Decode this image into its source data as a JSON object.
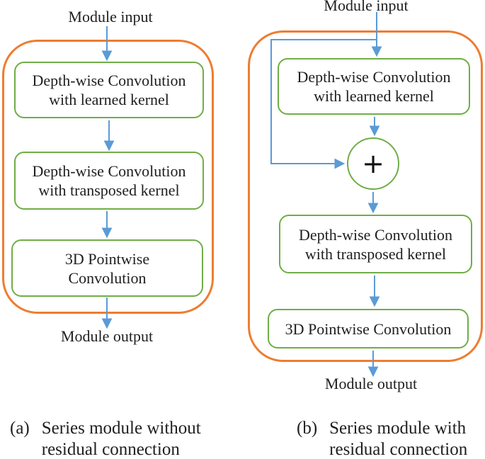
{
  "colors": {
    "orange": "#ED7D31",
    "green": "#70AD47",
    "blue": "#5B9BD5",
    "ink": "#1f1f1f"
  },
  "diagram_a": {
    "input_label": "Module input",
    "boxes": [
      {
        "label": "Depth-wise Convolution\nwith learned kernel"
      },
      {
        "label": "Depth-wise Convolution\nwith transposed kernel"
      },
      {
        "label": "3D Pointwise\nConvolution"
      }
    ],
    "output_label": "Module output",
    "caption": {
      "marker": "(a)",
      "text": "Series module without\nresidual connection"
    }
  },
  "diagram_b": {
    "input_label": "Module input",
    "boxes": [
      {
        "label": "Depth-wise Convolution\nwith learned kernel"
      },
      {
        "label": "Depth-wise Convolution\nwith transposed kernel"
      },
      {
        "label": "3D Pointwise Convolution"
      }
    ],
    "add_operator": "+",
    "output_label": "Module output",
    "caption": {
      "marker": "(b)",
      "text": "Series module with\nresidual connection"
    }
  }
}
